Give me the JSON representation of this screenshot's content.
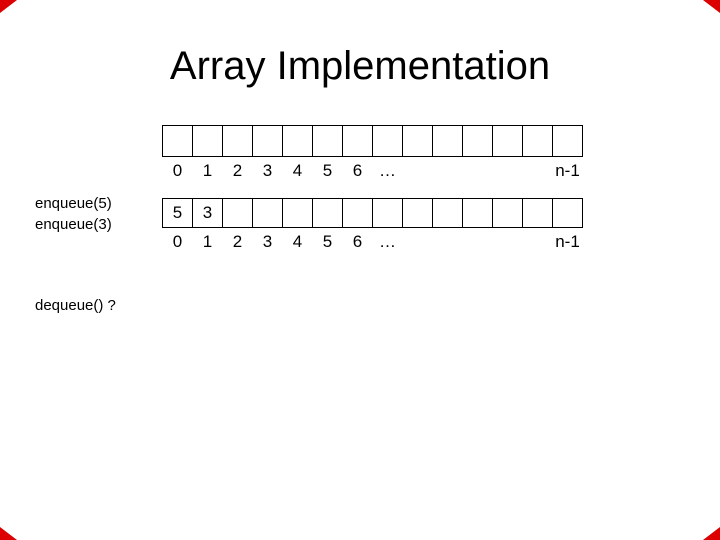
{
  "slide": {
    "title": "Array Implementation",
    "background_color": "#ffffff",
    "text_color": "#000000",
    "corner_mark_color": "#dd0000"
  },
  "annotations": {
    "enqueue_lines": [
      "enqueue(5)",
      "enqueue(3)"
    ],
    "dequeue_line": "dequeue() ?"
  },
  "arrays": [
    {
      "name": "array-before-operations",
      "cells": [
        "",
        "",
        "",
        "",
        "",
        "",
        "",
        "",
        "",
        "",
        "",
        "",
        "",
        ""
      ],
      "index_labels": [
        "0",
        "1",
        "2",
        "3",
        "4",
        "5",
        "6",
        "…",
        "",
        "",
        "",
        "",
        "",
        "n-1"
      ]
    },
    {
      "name": "array-after-enqueues",
      "cells": [
        "5",
        "3",
        "",
        "",
        "",
        "",
        "",
        "",
        "",
        "",
        "",
        "",
        "",
        ""
      ],
      "index_labels": [
        "0",
        "1",
        "2",
        "3",
        "4",
        "5",
        "6",
        "…",
        "",
        "",
        "",
        "",
        "",
        "n-1"
      ]
    }
  ]
}
